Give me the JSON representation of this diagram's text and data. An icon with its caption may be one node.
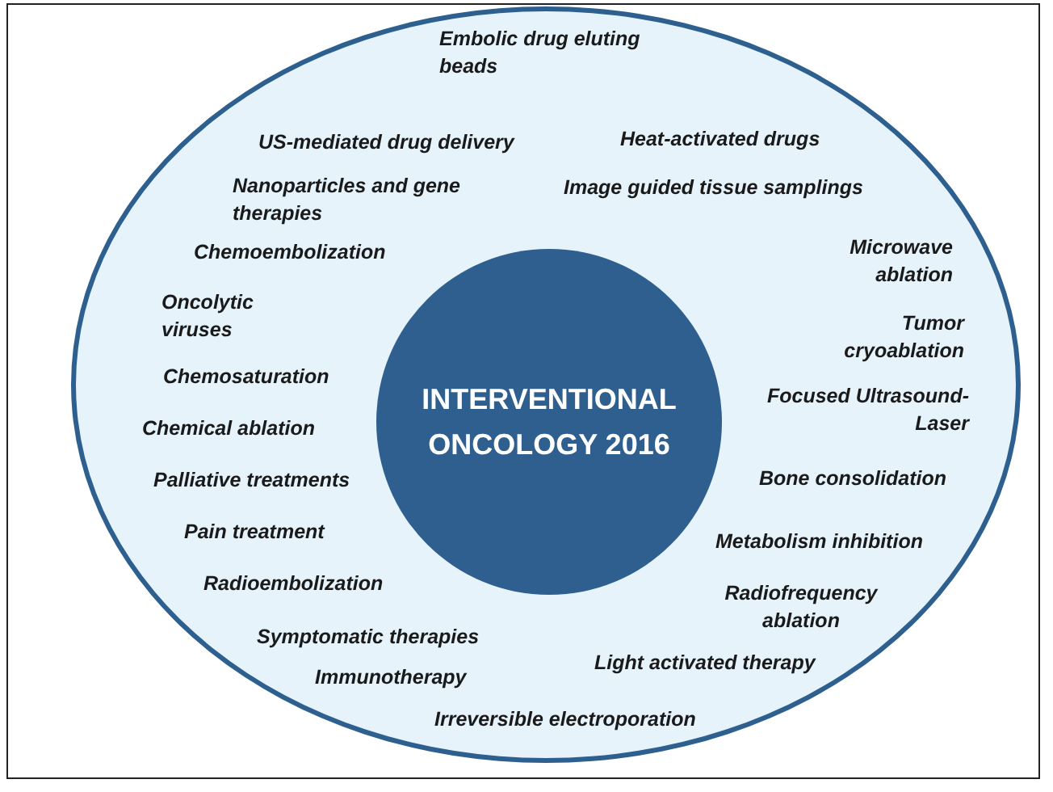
{
  "diagram": {
    "nodes": [
      {
        "text": [],
        "shape": "ellipse"
      },
      {
        "text": [
          "INTERVENTIONAL ONCOLOGY 2016"
        ],
        "in": 0
      }
    ],
    "edges": [],
    "labels": [
      "Embolic drug eluting beads",
      "US-mediated drug delivery",
      "Heat-activated drugs",
      "Nanoparticles and gene therapies",
      "Image guided tissue samplings",
      "Chemoembolization",
      "Microwave ablation",
      "Oncolytic viruses",
      "Tumor cryoablation",
      "Chemosaturation",
      "Focused Ultrasound-Laser",
      "Chemical ablation",
      "Palliative treatments",
      "Bone consolidation",
      "Pain treatment",
      "Metabolism inhibition",
      "Radioembolization",
      "Radiofrequency ablation",
      "Symptomatic therapies",
      "Immunotherapy",
      "Light activated therapy",
      "Irreversible electroporation"
    ]
  }
}
